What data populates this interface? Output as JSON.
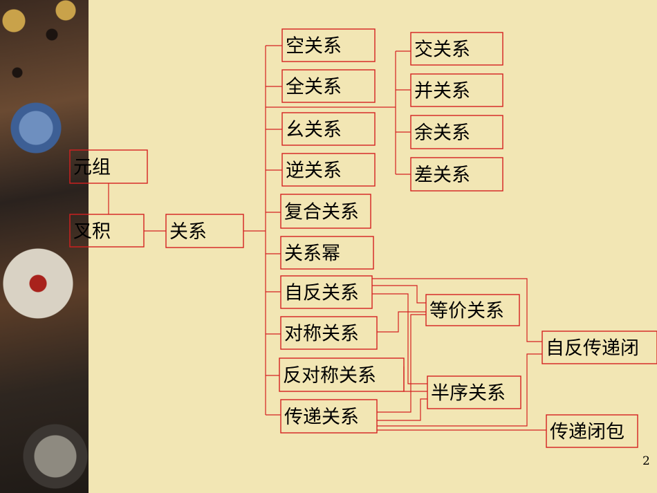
{
  "nodes": [
    {
      "id": "yuanzu",
      "label": "元组"
    },
    {
      "id": "chaji",
      "label": "叉积"
    },
    {
      "id": "guanxi",
      "label": "关系"
    },
    {
      "id": "kong",
      "label": "空关系"
    },
    {
      "id": "quan",
      "label": "全关系"
    },
    {
      "id": "yao",
      "label": "幺关系"
    },
    {
      "id": "ni",
      "label": "逆关系"
    },
    {
      "id": "fuhe",
      "label": "复合关系"
    },
    {
      "id": "mi",
      "label": "关系幂"
    },
    {
      "id": "zifan",
      "label": "自反关系"
    },
    {
      "id": "duicheng",
      "label": "对称关系"
    },
    {
      "id": "fanduicheng",
      "label": "反对称关系"
    },
    {
      "id": "chuandi",
      "label": "传递关系"
    },
    {
      "id": "jiao",
      "label": "交关系"
    },
    {
      "id": "bing",
      "label": "并关系"
    },
    {
      "id": "yu",
      "label": "余关系"
    },
    {
      "id": "cha",
      "label": "差关系"
    },
    {
      "id": "dengjia",
      "label": "等价关系"
    },
    {
      "id": "banxu",
      "label": "半序关系"
    },
    {
      "id": "zifanchuandibi",
      "label": "自反传递闭"
    },
    {
      "id": "chuandibibao",
      "label": "传递闭包"
    }
  ],
  "edges": [
    [
      "yuanzu",
      "chaji"
    ],
    [
      "chaji",
      "guanxi"
    ],
    [
      "guanxi",
      "kong"
    ],
    [
      "guanxi",
      "quan"
    ],
    [
      "guanxi",
      "yao"
    ],
    [
      "guanxi",
      "ni"
    ],
    [
      "guanxi",
      "fuhe"
    ],
    [
      "guanxi",
      "mi"
    ],
    [
      "guanxi",
      "zifan"
    ],
    [
      "guanxi",
      "duicheng"
    ],
    [
      "guanxi",
      "fanduicheng"
    ],
    [
      "guanxi",
      "chuandi"
    ],
    [
      "guanxi",
      "jiao"
    ],
    [
      "guanxi",
      "bing"
    ],
    [
      "guanxi",
      "yu"
    ],
    [
      "guanxi",
      "cha"
    ],
    [
      "zifan",
      "dengjia"
    ],
    [
      "duicheng",
      "dengjia"
    ],
    [
      "chuandi",
      "dengjia"
    ],
    [
      "zifan",
      "banxu"
    ],
    [
      "fanduicheng",
      "banxu"
    ],
    [
      "chuandi",
      "banxu"
    ],
    [
      "zifan",
      "zifanchuandibi"
    ],
    [
      "chuandi",
      "zifanchuandibi"
    ],
    [
      "chuandi",
      "chuandibibao"
    ]
  ],
  "page_number": "2",
  "colors": {
    "line": "#d42020",
    "background": "#f2e6b4",
    "text": "#000000"
  }
}
